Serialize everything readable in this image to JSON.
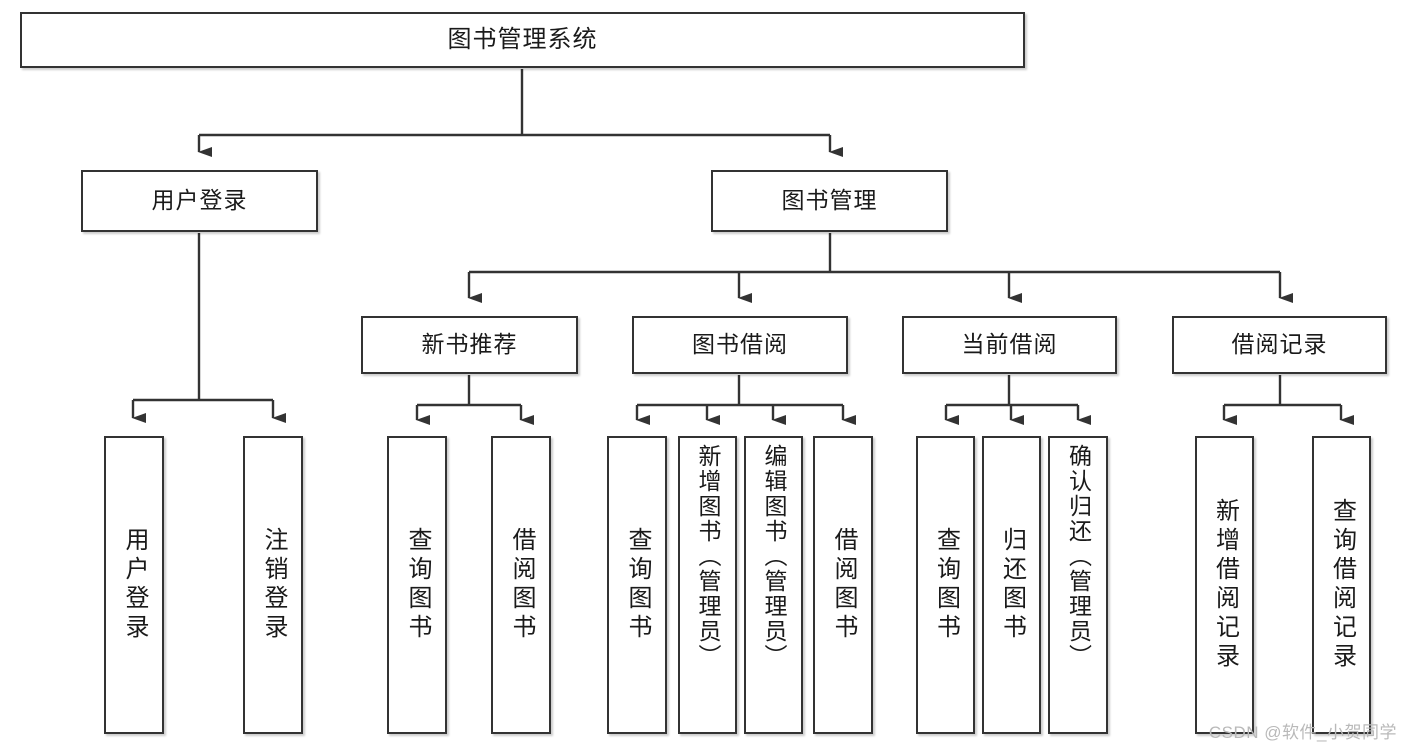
{
  "diagram": {
    "type": "tree",
    "title": "图书管理系统",
    "watermark": "CSDN @软件_小贺同学",
    "colors": {
      "box_border": "#333333",
      "box_fill": "#ffffff",
      "line": "#333333",
      "text": "#1a1a1a",
      "watermark": "#b9b9b9"
    },
    "nodes": {
      "root": {
        "label": "图书管理系统"
      },
      "level2": [
        {
          "label": "用户登录"
        },
        {
          "label": "图书管理"
        }
      ],
      "level3": [
        {
          "label": "新书推荐"
        },
        {
          "label": "图书借阅"
        },
        {
          "label": "当前借阅"
        },
        {
          "label": "借阅记录"
        }
      ],
      "leaves": {
        "user_login": [
          {
            "label": "用户登录"
          },
          {
            "label": "注销登录"
          }
        ],
        "new_book": [
          {
            "label": "查询图书"
          },
          {
            "label": "借阅图书"
          }
        ],
        "borrow_book": [
          {
            "label": "查询图书"
          },
          {
            "label": "新增图书（管理员）"
          },
          {
            "label": "编辑图书（管理员）"
          },
          {
            "label": "借阅图书"
          }
        ],
        "current_borrow": [
          {
            "label": "查询图书"
          },
          {
            "label": "归还图书"
          },
          {
            "label": "确认归还（管理员）"
          }
        ],
        "borrow_record": [
          {
            "label": "新增借阅记录"
          },
          {
            "label": "查询借阅记录"
          }
        ]
      }
    }
  }
}
